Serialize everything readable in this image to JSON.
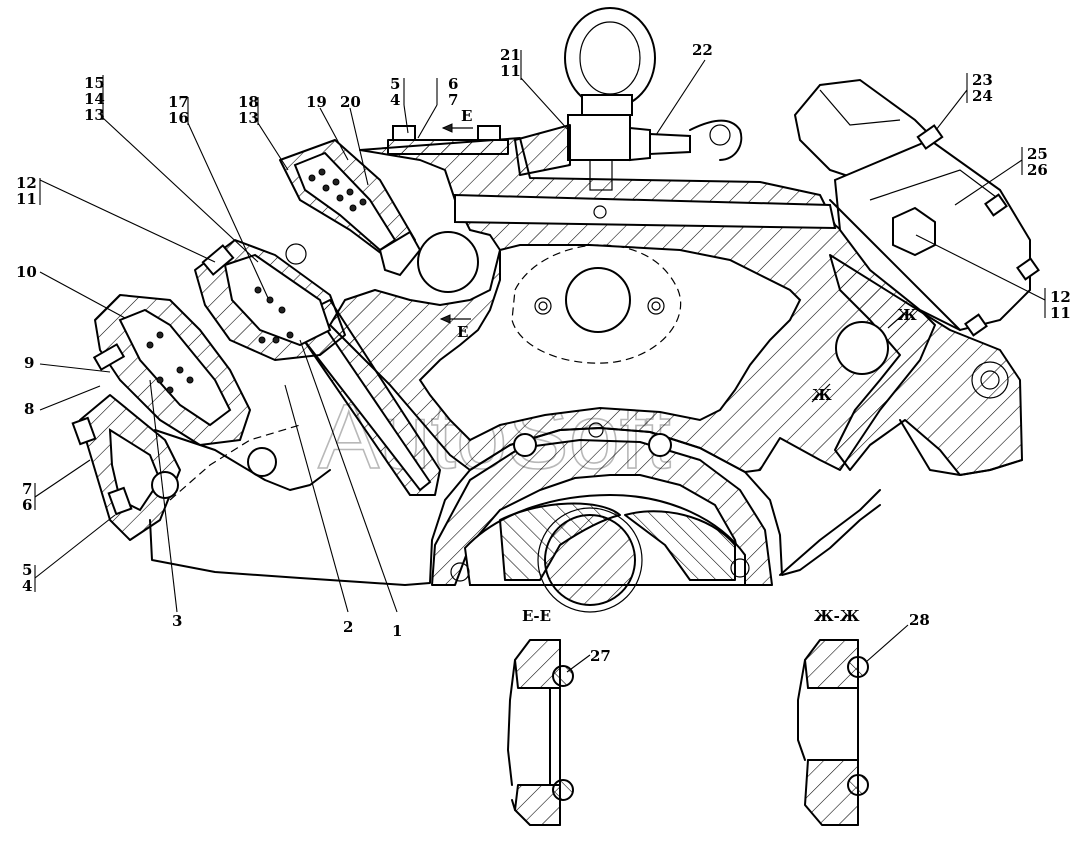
{
  "watermark": "AutoSoft",
  "section_titles": {
    "ee": "Е-Е",
    "zhzh": "Ж-Ж"
  },
  "section_marks": {
    "e_top": "Е",
    "e_bottom": "Е",
    "zh_upper": "Ж",
    "zh_lower": "Ж"
  },
  "callouts": {
    "c1": "1",
    "c2": "2",
    "c3": "3",
    "c5_4_left_a": "5",
    "c5_4_left_b": "4",
    "c7_6_a": "7",
    "c7_6_b": "6",
    "c8": "8",
    "c9": "9",
    "c10": "10",
    "c12_11_left_a": "12",
    "c12_11_left_b": "11",
    "c15_14_13_a": "15",
    "c15_14_13_b": "14",
    "c15_14_13_c": "13",
    "c17_16_a": "17",
    "c17_16_b": "16",
    "c18_13_a": "18",
    "c18_13_b": "13",
    "c19": "19",
    "c20": "20",
    "c5_4_top_a": "5",
    "c5_4_top_b": "4",
    "c6_7_top_a": "6",
    "c6_7_top_b": "7",
    "c21_11_a": "21",
    "c21_11_b": "11",
    "c22": "22",
    "c23_24_a": "23",
    "c23_24_b": "24",
    "c25_26_a": "25",
    "c25_26_b": "26",
    "c12_11_right_a": "12",
    "c12_11_right_b": "11",
    "c27": "27",
    "c28": "28"
  }
}
